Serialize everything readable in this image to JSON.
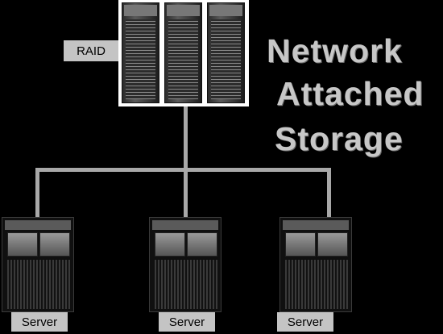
{
  "title": {
    "line1": "Network",
    "line2": "Attached",
    "line3": "Storage"
  },
  "raid": {
    "label": "RAID"
  },
  "servers": [
    {
      "label": "Server"
    },
    {
      "label": "Server"
    },
    {
      "label": "Server"
    }
  ],
  "colors": {
    "background": "#000000",
    "title_text": "#c7c7c7",
    "label_box": "#c4c4c4",
    "connector": "#a8a8a8"
  }
}
